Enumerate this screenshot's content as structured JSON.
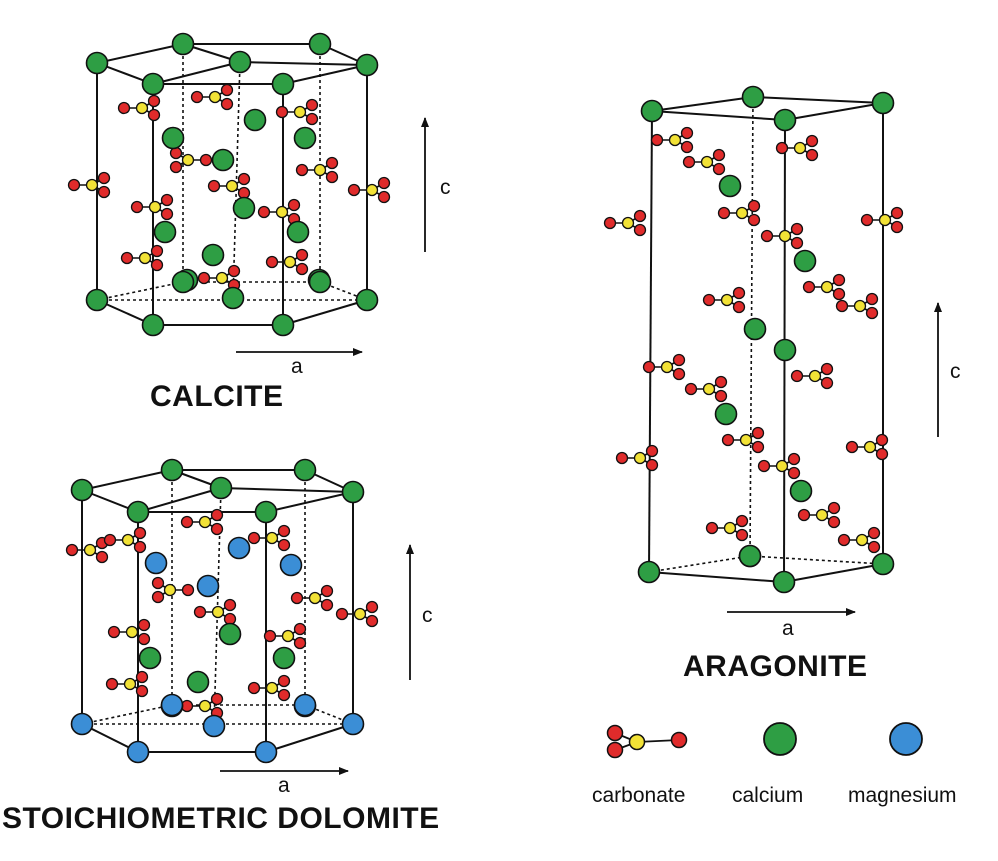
{
  "panels": {
    "calcite": {
      "title": "CALCITE",
      "axis_a": "a",
      "axis_c": "c"
    },
    "dolomite": {
      "title": "STOICHIOMETRIC DOLOMITE",
      "axis_a": "a",
      "axis_c": "c"
    },
    "aragonite": {
      "title": "ARAGONITE",
      "axis_a": "a",
      "axis_c": "c"
    }
  },
  "legend": [
    {
      "label": "carbonate",
      "icon": "carbonate-icon"
    },
    {
      "label": "calcium",
      "icon": "calcium-icon"
    },
    {
      "label": "magnesium",
      "icon": "magnesium-icon"
    }
  ],
  "colors": {
    "calcium": "#2e9e44",
    "magnesium": "#3b8ed6",
    "oxygen": "#e02b2b",
    "carbon": "#f2e236",
    "line": "#111111"
  }
}
